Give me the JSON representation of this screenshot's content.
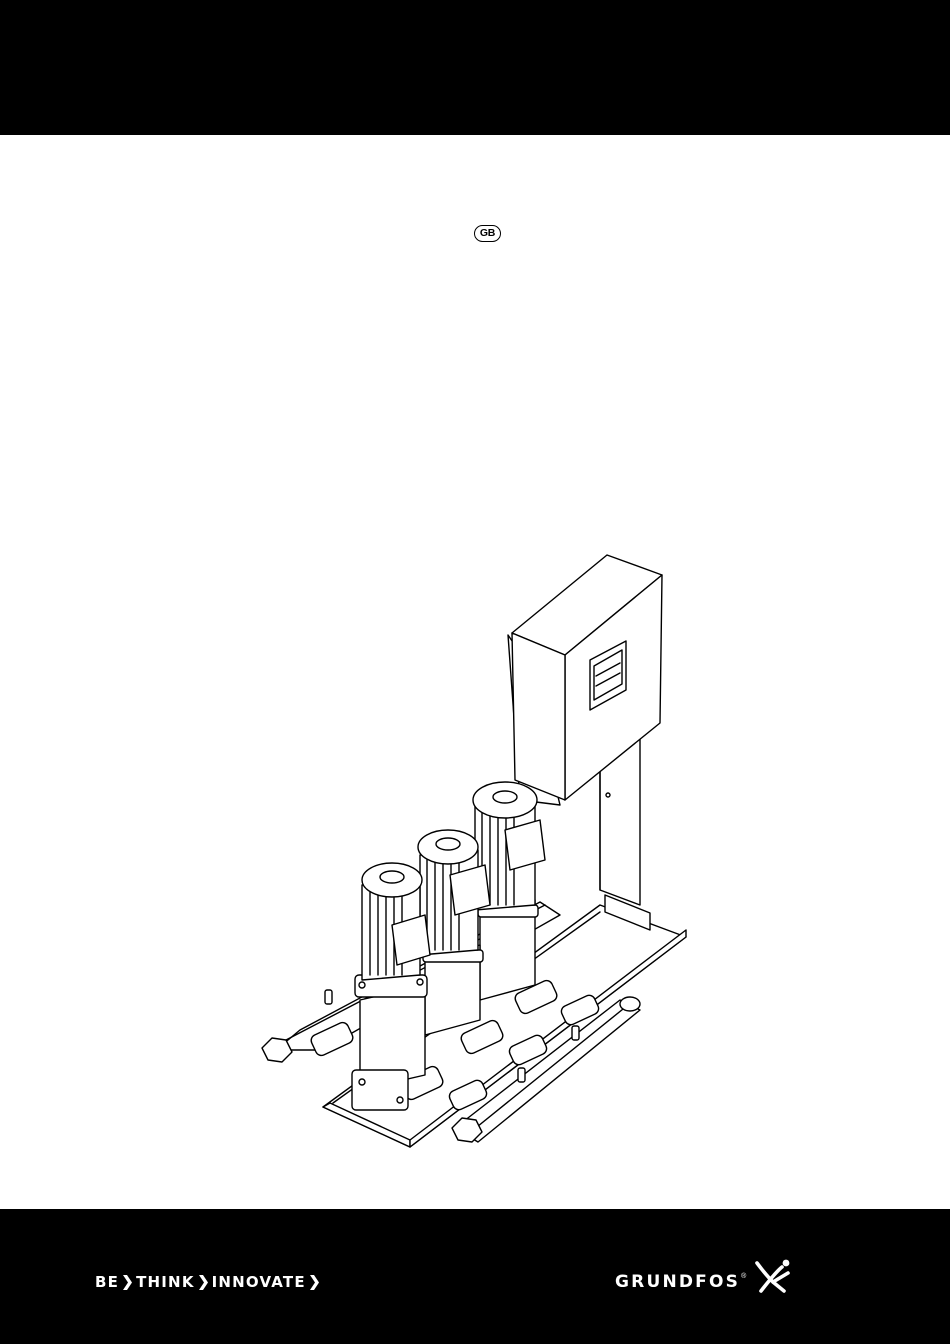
{
  "header": {
    "band_color": "#000000"
  },
  "language_badge": {
    "code": "GB"
  },
  "illustration": {
    "icon": "booster-set-drawing"
  },
  "footer": {
    "band_color": "#000000",
    "slogan": {
      "words": [
        "BE",
        "THINK",
        "INNOVATE"
      ]
    },
    "brand": {
      "name": "GRUNDFOS",
      "registered": "®",
      "logo_icon": "grundfos-man-logo"
    }
  }
}
